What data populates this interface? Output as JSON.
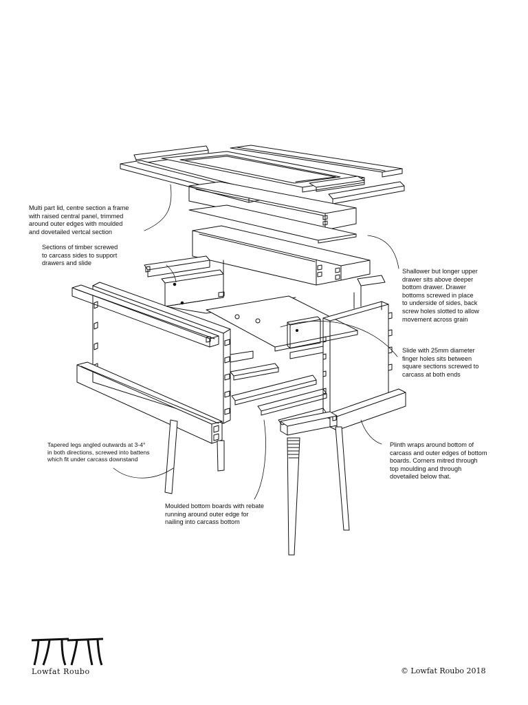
{
  "annotations": {
    "lid": "Multi part lid, centre section a frame\nwith raised central panel, trimmed\naround outer edges with moulded\nand dovetailed vertcal section",
    "timber_sections": "Sections of timber screwed\nto carcass sides to support\ndrawers and slide",
    "drawers": "Shallower but longer upper\ndrawer sits above deeper\nbottom drawer. Drawer\nbottoms screwed in place\nto underside of sides, back\nscrew holes slotted to allow\nmovement across grain",
    "slide": "Slide with 25mm diameter\nfinger holes sits between\nsquare sections screwed to\ncarcass at both ends",
    "legs": "Tapered legs angled outwards at 3-4°\nin both directions, screwed into battens\nwhich fit under carcass downstand",
    "plinth": "Plinth wraps around bottom of\ncarcass and outer edges of bottom\nboards. Corners mitred through\ntop moulding and through\ndovetailed below that.",
    "bottom_boards": "Moulded bottom boards with rebate\nrunning around outer edge for\nnailing into carcass bottom"
  },
  "footer": {
    "logo_text": "Lowfat Roubo",
    "copyright": "© Lowfat Roubo 2018"
  },
  "colors": {
    "ink": "#111111",
    "paper": "#ffffff"
  }
}
